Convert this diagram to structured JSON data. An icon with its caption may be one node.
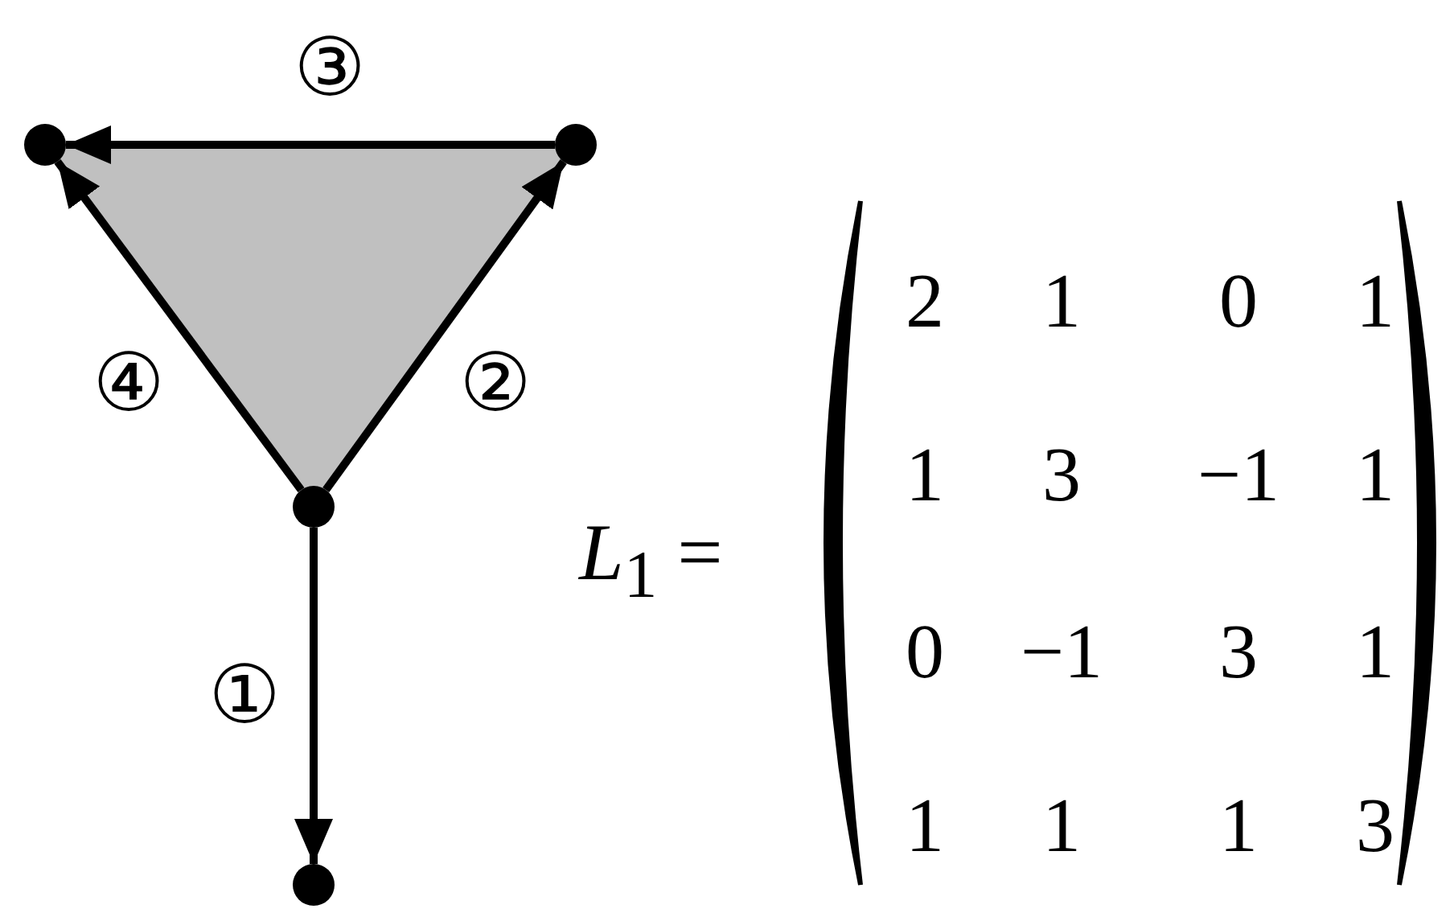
{
  "diagram": {
    "nodes": [
      {
        "text": [],
        "shape": "circle"
      },
      {
        "text": [],
        "shape": "circle"
      },
      {
        "text": [],
        "shape": "circle"
      },
      {
        "text": [],
        "shape": "circle"
      }
    ],
    "edges": [
      {
        "from": 1,
        "to": 0,
        "arrow": "to",
        "label": "③"
      },
      {
        "from": 2,
        "to": 0,
        "arrow": "to",
        "label": "④"
      },
      {
        "from": 2,
        "to": 1,
        "arrow": "to",
        "label": "②"
      },
      {
        "from": 2,
        "to": 3,
        "arrow": "to",
        "label": "①"
      }
    ],
    "labels": [
      "*L*$_{1}$ =",
      "2",
      "1",
      "0",
      "1",
      "1",
      "3",
      "−1",
      "1",
      "0",
      "−1",
      "3",
      "1",
      "1",
      "1",
      "1",
      "3"
    ]
  }
}
